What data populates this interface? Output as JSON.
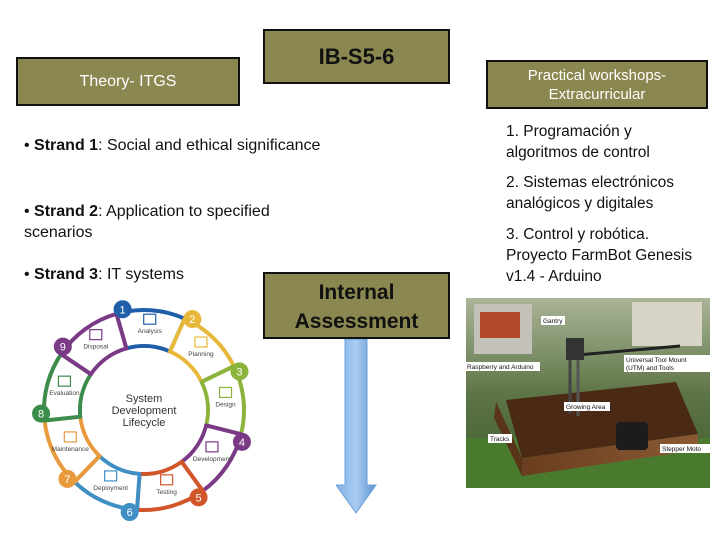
{
  "title": "IB-S5-6",
  "theory": {
    "header": "Theory- ITGS",
    "strands": [
      {
        "label": "Strand 1",
        "text": ": Social and ethical significance"
      },
      {
        "label": "Strand 2",
        "text": ": Application to specified scenarios"
      },
      {
        "label": "Strand 3",
        "text": ": IT systems"
      }
    ]
  },
  "practical": {
    "header_line1": "Practical workshops-",
    "header_line2": "Extracurricular",
    "items": [
      "1. Programación y algoritmos de control",
      "2. Sistemas electrónicos analógicos  y digitales",
      "3. Control y robótica. Proyecto FarmBot Genesis v1.4 - Arduino"
    ]
  },
  "internal_assessment": {
    "line1": "Internal",
    "line2": "Assessment"
  },
  "sdlc": {
    "center_line1": "System",
    "center_line2": "Development",
    "center_line3": "Lifecycle",
    "stages": [
      {
        "number": "1",
        "label": "Analysis",
        "color": "#1f5ea8"
      },
      {
        "number": "2",
        "label": "Planning",
        "color": "#e8b83a"
      },
      {
        "number": "3",
        "label": "Design",
        "color": "#8cb43c"
      },
      {
        "number": "4",
        "label": "Development",
        "color": "#7a3a86"
      },
      {
        "number": "5",
        "label": "Testing",
        "color": "#d2562a"
      },
      {
        "number": "6",
        "label": "Deployment",
        "color": "#3f8fc4"
      },
      {
        "number": "7",
        "label": "Maintenance",
        "color": "#e89a3c"
      },
      {
        "number": "8",
        "label": "Evaluation",
        "color": "#3c8c4c"
      },
      {
        "number": "9",
        "label": "Disposal",
        "color": "#7a3a86"
      }
    ]
  },
  "farmbot": {
    "labels": {
      "gantry": "Gantry",
      "raspberry": "Raspberry and Arduino",
      "utm": "Universal Tool Mount (UTM) and Tools",
      "growing": "Growing Area",
      "tracks": "Tracks",
      "stepper": "Stepper Moto"
    }
  },
  "colors": {
    "box_fill": "#8b8750",
    "arrow": "#5b9bd5"
  }
}
